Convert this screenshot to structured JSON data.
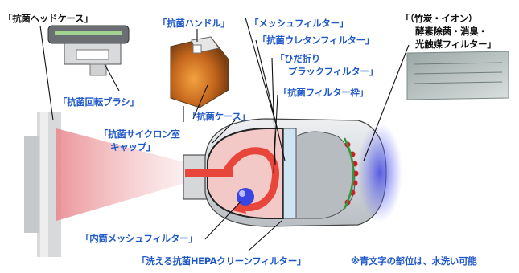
{
  "labels": {
    "head_case": "「抗菌ヘッドケース」",
    "rotating_brush": "「抗菌回転ブラシ」",
    "handle": "「抗菌ハンドル」",
    "case": "「抗菌ケース」",
    "cyclone_cap_1": "「抗菌サイクロン室",
    "cyclone_cap_2": "キャップ」",
    "mesh_filter": "「メッシュフィルター」",
    "urethane_filter": "「抗菌ウレタンフィルター」",
    "pleated_1": "「ひだ折り",
    "pleated_2": "ブラックフィルター」",
    "filter_frame": "「抗菌フィルター枠」",
    "deodor_1": "「（竹炭・イオン）",
    "deodor_2": "酵素除菌・消臭・",
    "deodor_3": "光触媒フィルター」",
    "inner_mesh": "「内筒メッシュフィルター」",
    "hepa": "「洗える抗菌HEPAクリーンフィルター」",
    "note": "※青文字の部位は、水洗い可能"
  },
  "colors": {
    "washable_text": "#1f58c8",
    "label_text": "#111111",
    "airflow_red": "#e8463a",
    "airflow_pink": "#f3a3a0",
    "exhaust_blue": "#5a63e0",
    "body_gray": "#cfd3d6"
  }
}
